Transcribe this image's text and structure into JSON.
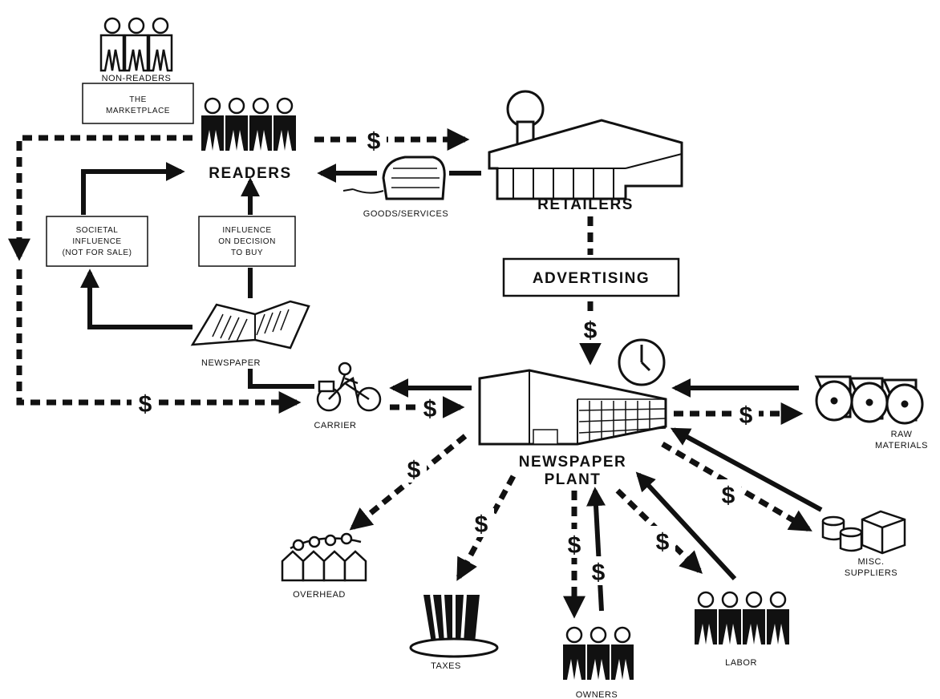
{
  "labels": {
    "non_readers": "NON-READERS",
    "marketplace_line1": "THE",
    "marketplace_line2": "MARKETPLACE",
    "readers": "READERS",
    "retailers": "RETAILERS",
    "goods_services": "GOODS/SERVICES",
    "societal_line1": "SOCIETAL",
    "societal_line2": "INFLUENCE",
    "societal_line3": "(NOT FOR SALE)",
    "influence_line1": "INFLUENCE",
    "influence_line2": "ON DECISION",
    "influence_line3": "TO BUY",
    "advertising": "ADVERTISING",
    "newspaper": "NEWSPAPER",
    "carrier": "CARRIER",
    "plant_line1": "NEWSPAPER",
    "plant_line2": "PLANT",
    "raw_line1": "RAW",
    "raw_line2": "MATERIALS",
    "misc_line1": "MISC.",
    "misc_line2": "SUPPLIERS",
    "overhead": "OVERHEAD",
    "taxes": "TAXES",
    "owners": "OWNERS",
    "labor": "LABOR"
  },
  "money_symbol": "$"
}
